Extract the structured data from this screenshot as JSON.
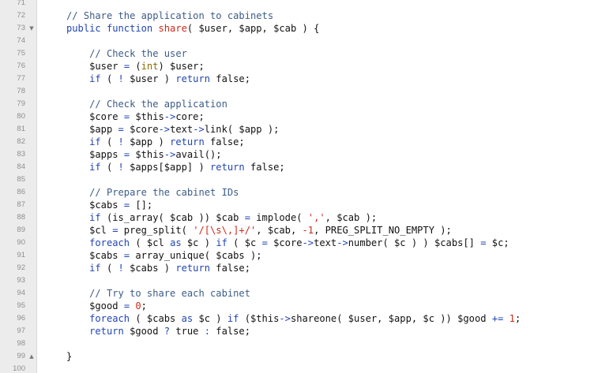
{
  "editor": {
    "lines": [
      {
        "num": "71",
        "fold": "",
        "tokens": []
      },
      {
        "num": "72",
        "fold": "",
        "tokens": [
          {
            "t": "cm",
            "v": "// Share the application to cabinets"
          }
        ]
      },
      {
        "num": "73",
        "fold": "▼",
        "tokens": [
          {
            "t": "kw",
            "v": "public"
          },
          {
            "t": "tx",
            "v": " "
          },
          {
            "t": "kw",
            "v": "function"
          },
          {
            "t": "tx",
            "v": " "
          },
          {
            "t": "fn",
            "v": "share"
          },
          {
            "t": "tx",
            "v": "( $user, $app, $cab ) {"
          }
        ]
      },
      {
        "num": "74",
        "fold": "",
        "tokens": []
      },
      {
        "num": "75",
        "fold": "",
        "tokens": [
          {
            "t": "tx",
            "v": "    "
          },
          {
            "t": "cm",
            "v": "// Check the user"
          }
        ]
      },
      {
        "num": "76",
        "fold": "",
        "tokens": [
          {
            "t": "tx",
            "v": "    $user "
          },
          {
            "t": "op",
            "v": "="
          },
          {
            "t": "tx",
            "v": " ("
          },
          {
            "t": "ty",
            "v": "int"
          },
          {
            "t": "tx",
            "v": ") $user;"
          }
        ]
      },
      {
        "num": "77",
        "fold": "",
        "tokens": [
          {
            "t": "tx",
            "v": "    "
          },
          {
            "t": "kw",
            "v": "if"
          },
          {
            "t": "tx",
            "v": " ( "
          },
          {
            "t": "op",
            "v": "!"
          },
          {
            "t": "tx",
            "v": " $user ) "
          },
          {
            "t": "kw",
            "v": "return"
          },
          {
            "t": "tx",
            "v": " false;"
          }
        ]
      },
      {
        "num": "78",
        "fold": "",
        "tokens": []
      },
      {
        "num": "79",
        "fold": "",
        "tokens": [
          {
            "t": "tx",
            "v": "    "
          },
          {
            "t": "cm",
            "v": "// Check the application"
          }
        ]
      },
      {
        "num": "80",
        "fold": "",
        "tokens": [
          {
            "t": "tx",
            "v": "    $core "
          },
          {
            "t": "op",
            "v": "="
          },
          {
            "t": "tx",
            "v": " $this"
          },
          {
            "t": "op",
            "v": "->"
          },
          {
            "t": "tx",
            "v": "core;"
          }
        ]
      },
      {
        "num": "81",
        "fold": "",
        "tokens": [
          {
            "t": "tx",
            "v": "    $app "
          },
          {
            "t": "op",
            "v": "="
          },
          {
            "t": "tx",
            "v": " $core"
          },
          {
            "t": "op",
            "v": "->"
          },
          {
            "t": "tx",
            "v": "text"
          },
          {
            "t": "op",
            "v": "->"
          },
          {
            "t": "tx",
            "v": "link( $app );"
          }
        ]
      },
      {
        "num": "82",
        "fold": "",
        "tokens": [
          {
            "t": "tx",
            "v": "    "
          },
          {
            "t": "kw",
            "v": "if"
          },
          {
            "t": "tx",
            "v": " ( "
          },
          {
            "t": "op",
            "v": "!"
          },
          {
            "t": "tx",
            "v": " $app ) "
          },
          {
            "t": "kw",
            "v": "return"
          },
          {
            "t": "tx",
            "v": " false;"
          }
        ]
      },
      {
        "num": "83",
        "fold": "",
        "tokens": [
          {
            "t": "tx",
            "v": "    $apps "
          },
          {
            "t": "op",
            "v": "="
          },
          {
            "t": "tx",
            "v": " $this"
          },
          {
            "t": "op",
            "v": "->"
          },
          {
            "t": "tx",
            "v": "avail();"
          }
        ]
      },
      {
        "num": "84",
        "fold": "",
        "tokens": [
          {
            "t": "tx",
            "v": "    "
          },
          {
            "t": "kw",
            "v": "if"
          },
          {
            "t": "tx",
            "v": " ( "
          },
          {
            "t": "op",
            "v": "!"
          },
          {
            "t": "tx",
            "v": " $apps[$app] ) "
          },
          {
            "t": "kw",
            "v": "return"
          },
          {
            "t": "tx",
            "v": " false;"
          }
        ]
      },
      {
        "num": "85",
        "fold": "",
        "tokens": []
      },
      {
        "num": "86",
        "fold": "",
        "tokens": [
          {
            "t": "tx",
            "v": "    "
          },
          {
            "t": "cm",
            "v": "// Prepare the cabinet IDs"
          }
        ]
      },
      {
        "num": "87",
        "fold": "",
        "tokens": [
          {
            "t": "tx",
            "v": "    $cabs "
          },
          {
            "t": "op",
            "v": "="
          },
          {
            "t": "tx",
            "v": " [];"
          }
        ]
      },
      {
        "num": "88",
        "fold": "",
        "tokens": [
          {
            "t": "tx",
            "v": "    "
          },
          {
            "t": "kw",
            "v": "if"
          },
          {
            "t": "tx",
            "v": " (is_array( $cab )) $cab "
          },
          {
            "t": "op",
            "v": "="
          },
          {
            "t": "tx",
            "v": " implode( "
          },
          {
            "t": "st",
            "v": "','"
          },
          {
            "t": "tx",
            "v": ", $cab );"
          }
        ]
      },
      {
        "num": "89",
        "fold": "",
        "tokens": [
          {
            "t": "tx",
            "v": "    $cl "
          },
          {
            "t": "op",
            "v": "="
          },
          {
            "t": "tx",
            "v": " preg_split( "
          },
          {
            "t": "st",
            "v": "'/[\\s\\,]+/'"
          },
          {
            "t": "tx",
            "v": ", $cab, "
          },
          {
            "t": "nm",
            "v": "-1"
          },
          {
            "t": "tx",
            "v": ", PREG_SPLIT_NO_EMPTY );"
          }
        ]
      },
      {
        "num": "90",
        "fold": "",
        "tokens": [
          {
            "t": "tx",
            "v": "    "
          },
          {
            "t": "kw",
            "v": "foreach"
          },
          {
            "t": "tx",
            "v": " ( $cl "
          },
          {
            "t": "kw",
            "v": "as"
          },
          {
            "t": "tx",
            "v": " $c ) "
          },
          {
            "t": "kw",
            "v": "if"
          },
          {
            "t": "tx",
            "v": " ( $c "
          },
          {
            "t": "op",
            "v": "="
          },
          {
            "t": "tx",
            "v": " $core"
          },
          {
            "t": "op",
            "v": "->"
          },
          {
            "t": "tx",
            "v": "text"
          },
          {
            "t": "op",
            "v": "->"
          },
          {
            "t": "tx",
            "v": "number( $c ) ) $cabs[] "
          },
          {
            "t": "op",
            "v": "="
          },
          {
            "t": "tx",
            "v": " $c;"
          }
        ]
      },
      {
        "num": "91",
        "fold": "",
        "tokens": [
          {
            "t": "tx",
            "v": "    $cabs "
          },
          {
            "t": "op",
            "v": "="
          },
          {
            "t": "tx",
            "v": " array_unique( $cabs );"
          }
        ]
      },
      {
        "num": "92",
        "fold": "",
        "tokens": [
          {
            "t": "tx",
            "v": "    "
          },
          {
            "t": "kw",
            "v": "if"
          },
          {
            "t": "tx",
            "v": " ( "
          },
          {
            "t": "op",
            "v": "!"
          },
          {
            "t": "tx",
            "v": " $cabs ) "
          },
          {
            "t": "kw",
            "v": "return"
          },
          {
            "t": "tx",
            "v": " false;"
          }
        ]
      },
      {
        "num": "93",
        "fold": "",
        "tokens": []
      },
      {
        "num": "94",
        "fold": "",
        "tokens": [
          {
            "t": "tx",
            "v": "    "
          },
          {
            "t": "cm",
            "v": "// Try to share each cabinet"
          }
        ]
      },
      {
        "num": "95",
        "fold": "",
        "tokens": [
          {
            "t": "tx",
            "v": "    $good "
          },
          {
            "t": "op",
            "v": "="
          },
          {
            "t": "tx",
            "v": " "
          },
          {
            "t": "nm",
            "v": "0"
          },
          {
            "t": "tx",
            "v": ";"
          }
        ]
      },
      {
        "num": "96",
        "fold": "",
        "tokens": [
          {
            "t": "tx",
            "v": "    "
          },
          {
            "t": "kw",
            "v": "foreach"
          },
          {
            "t": "tx",
            "v": " ( $cabs "
          },
          {
            "t": "kw",
            "v": "as"
          },
          {
            "t": "tx",
            "v": " $c ) "
          },
          {
            "t": "kw",
            "v": "if"
          },
          {
            "t": "tx",
            "v": " ($this"
          },
          {
            "t": "op",
            "v": "->"
          },
          {
            "t": "tx",
            "v": "shareone( $user, $app, $c )) $good "
          },
          {
            "t": "op",
            "v": "+="
          },
          {
            "t": "tx",
            "v": " "
          },
          {
            "t": "nm",
            "v": "1"
          },
          {
            "t": "tx",
            "v": ";"
          }
        ]
      },
      {
        "num": "97",
        "fold": "",
        "tokens": [
          {
            "t": "tx",
            "v": "    "
          },
          {
            "t": "kw",
            "v": "return"
          },
          {
            "t": "tx",
            "v": " $good "
          },
          {
            "t": "op",
            "v": "?"
          },
          {
            "t": "tx",
            "v": " true "
          },
          {
            "t": "op",
            "v": ":"
          },
          {
            "t": "tx",
            "v": " false;"
          }
        ]
      },
      {
        "num": "98",
        "fold": "",
        "tokens": []
      },
      {
        "num": "99",
        "fold": "▲",
        "tokens": [
          {
            "t": "tx",
            "v": "}"
          }
        ]
      },
      {
        "num": "100",
        "fold": "",
        "tokens": []
      }
    ]
  },
  "colors": {
    "gutter_bg": "#ececec",
    "comment": "#3c5c87",
    "keyword": "#2145b3",
    "function": "#cc2a1b",
    "type": "#8a6d00",
    "string": "#cc2a1b"
  }
}
